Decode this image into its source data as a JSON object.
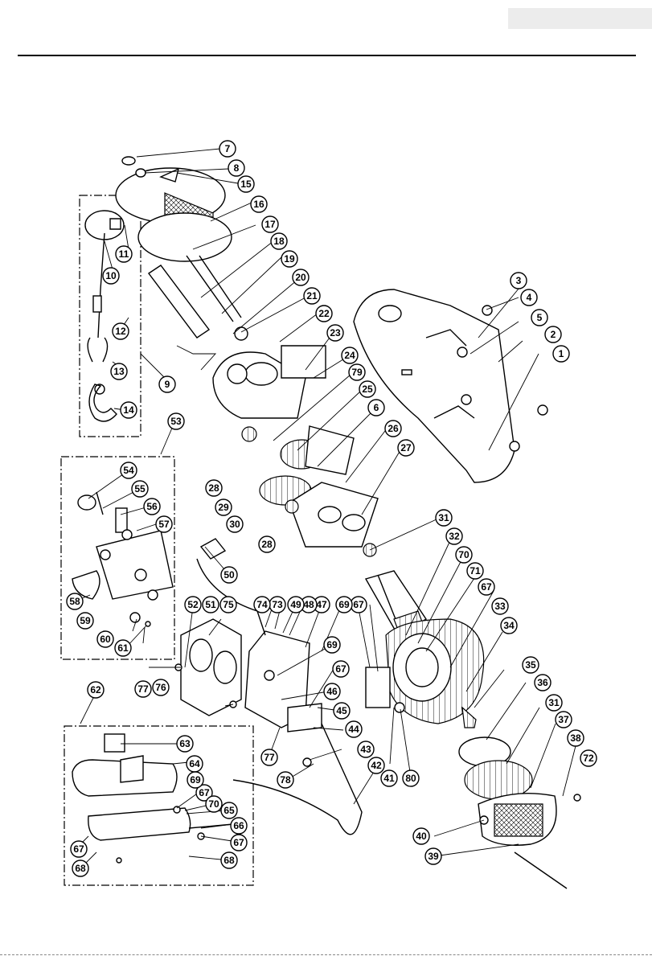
{
  "callouts": [
    {
      "id": "c1",
      "label": "1"
    },
    {
      "id": "c2",
      "label": "2"
    },
    {
      "id": "c3",
      "label": "3"
    },
    {
      "id": "c4",
      "label": "4"
    },
    {
      "id": "c5",
      "label": "5"
    },
    {
      "id": "c6",
      "label": "6"
    },
    {
      "id": "c7",
      "label": "7"
    },
    {
      "id": "c8",
      "label": "8"
    },
    {
      "id": "c9",
      "label": "9"
    },
    {
      "id": "c10",
      "label": "10"
    },
    {
      "id": "c11",
      "label": "11"
    },
    {
      "id": "c12",
      "label": "12"
    },
    {
      "id": "c13",
      "label": "13"
    },
    {
      "id": "c14",
      "label": "14"
    },
    {
      "id": "c15",
      "label": "15"
    },
    {
      "id": "c16",
      "label": "16"
    },
    {
      "id": "c17",
      "label": "17"
    },
    {
      "id": "c18",
      "label": "18"
    },
    {
      "id": "c19",
      "label": "19"
    },
    {
      "id": "c20",
      "label": "20"
    },
    {
      "id": "c21",
      "label": "21"
    },
    {
      "id": "c22",
      "label": "22"
    },
    {
      "id": "c23",
      "label": "23"
    },
    {
      "id": "c24",
      "label": "24"
    },
    {
      "id": "c25",
      "label": "25"
    },
    {
      "id": "c26",
      "label": "26"
    },
    {
      "id": "c27",
      "label": "27"
    },
    {
      "id": "c28a",
      "label": "28"
    },
    {
      "id": "c28b",
      "label": "28"
    },
    {
      "id": "c29",
      "label": "29"
    },
    {
      "id": "c30",
      "label": "30"
    },
    {
      "id": "c31a",
      "label": "31"
    },
    {
      "id": "c31b",
      "label": "31"
    },
    {
      "id": "c32",
      "label": "32"
    },
    {
      "id": "c33",
      "label": "33"
    },
    {
      "id": "c34",
      "label": "34"
    },
    {
      "id": "c35",
      "label": "35"
    },
    {
      "id": "c36",
      "label": "36"
    },
    {
      "id": "c37",
      "label": "37"
    },
    {
      "id": "c38",
      "label": "38"
    },
    {
      "id": "c39",
      "label": "39"
    },
    {
      "id": "c40",
      "label": "40"
    },
    {
      "id": "c41",
      "label": "41"
    },
    {
      "id": "c42",
      "label": "42"
    },
    {
      "id": "c43",
      "label": "43"
    },
    {
      "id": "c44",
      "label": "44"
    },
    {
      "id": "c45",
      "label": "45"
    },
    {
      "id": "c46",
      "label": "46"
    },
    {
      "id": "c47",
      "label": "47"
    },
    {
      "id": "c48",
      "label": "48"
    },
    {
      "id": "c49",
      "label": "49"
    },
    {
      "id": "c50",
      "label": "50"
    },
    {
      "id": "c51",
      "label": "51"
    },
    {
      "id": "c52",
      "label": "52"
    },
    {
      "id": "c53",
      "label": "53"
    },
    {
      "id": "c54",
      "label": "54"
    },
    {
      "id": "c55",
      "label": "55"
    },
    {
      "id": "c56",
      "label": "56"
    },
    {
      "id": "c57",
      "label": "57"
    },
    {
      "id": "c58",
      "label": "58"
    },
    {
      "id": "c59",
      "label": "59"
    },
    {
      "id": "c60",
      "label": "60"
    },
    {
      "id": "c61",
      "label": "61"
    },
    {
      "id": "c62",
      "label": "62"
    },
    {
      "id": "c63",
      "label": "63"
    },
    {
      "id": "c64",
      "label": "64"
    },
    {
      "id": "c65",
      "label": "65"
    },
    {
      "id": "c66",
      "label": "66"
    },
    {
      "id": "c67a",
      "label": "67"
    },
    {
      "id": "c67b",
      "label": "67"
    },
    {
      "id": "c67c",
      "label": "67"
    },
    {
      "id": "c67d",
      "label": "67"
    },
    {
      "id": "c67e",
      "label": "67"
    },
    {
      "id": "c67f",
      "label": "67"
    },
    {
      "id": "c68a",
      "label": "68"
    },
    {
      "id": "c68b",
      "label": "68"
    },
    {
      "id": "c69a",
      "label": "69"
    },
    {
      "id": "c69b",
      "label": "69"
    },
    {
      "id": "c69c",
      "label": "69"
    },
    {
      "id": "c70a",
      "label": "70"
    },
    {
      "id": "c70b",
      "label": "70"
    },
    {
      "id": "c71",
      "label": "71"
    },
    {
      "id": "c72",
      "label": "72"
    },
    {
      "id": "c73",
      "label": "73"
    },
    {
      "id": "c74",
      "label": "74"
    },
    {
      "id": "c75",
      "label": "75"
    },
    {
      "id": "c76",
      "label": "76"
    },
    {
      "id": "c77a",
      "label": "77"
    },
    {
      "id": "c77b",
      "label": "77"
    },
    {
      "id": "c78",
      "label": "78"
    },
    {
      "id": "c79",
      "label": "79"
    },
    {
      "id": "c80",
      "label": "80"
    }
  ]
}
